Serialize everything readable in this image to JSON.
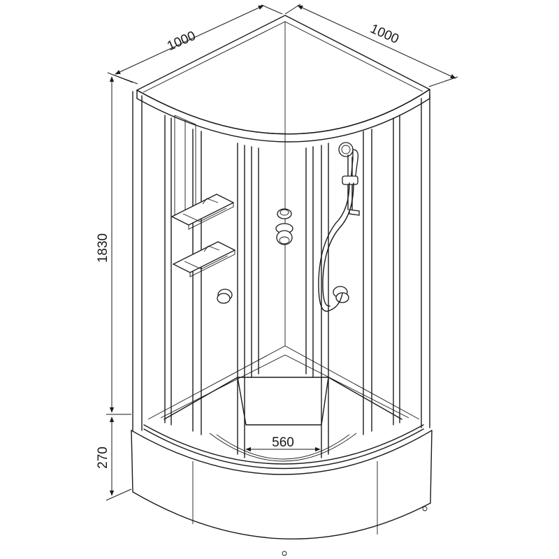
{
  "dimensions": {
    "width_left": "1000",
    "width_right": "1000",
    "height_cabin": "1830",
    "height_tray": "270",
    "tray_inner": "560"
  }
}
